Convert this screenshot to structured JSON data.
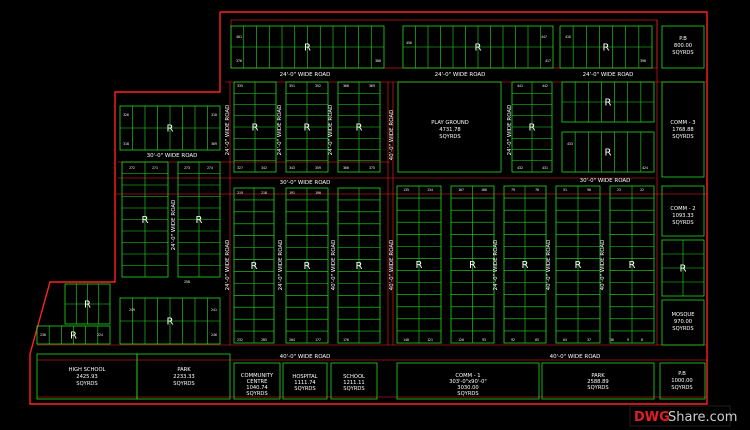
{
  "colors": {
    "background": "#000000",
    "boundary": "#ff2020",
    "plot_line": "#22dd22",
    "text": "#ffffff"
  },
  "roads": {
    "r24_top_left": "24'-0\" WIDE ROAD",
    "r24_top_mid": "24'-0\" WIDE ROAD",
    "r24_top_right": "24'-0\" WIDE ROAD",
    "r30_left": "30'-0\" WIDE ROAD",
    "r30_mid": "30'-0\" WIDE ROAD",
    "r30_right": "30'-0\" WIDE ROAD",
    "r40_bottom_left": "40'-0\" WIDE ROAD",
    "r40_bottom_right": "40'-0\" WIDE ROAD",
    "v24_a": "24'-0\" WIDE ROAD",
    "v24_b": "24'-0\" WIDE ROAD",
    "v24_c": "24'-0\" WIDE ROAD",
    "v24_d": "24'-0\" WIDE ROAD",
    "v24_e": "24'-0\" WIDE ROAD",
    "v24_f": "24'-0\" WIDE ROAD",
    "v40_a": "40'-0\" WIDE ROAD",
    "v40_b": "40'-0\" WIDE ROAD",
    "v40_c": "40'-0\" WIDE ROAD",
    "v40_d": "40'-0\" WIDE ROAD",
    "v40_e": "40'-0\" WIDE ROAD",
    "v24_g": "24'-0\" WIDE ROAD",
    "v24_h": "24'-0\" WIDE ROAD"
  },
  "blocks": {
    "residential_mark": "R"
  },
  "amenities": {
    "playground": {
      "name": "PLAY GROUND",
      "area": "4731.78",
      "unit": "SQYRDS"
    },
    "pb_top": {
      "name": "P.B",
      "area": "800.00",
      "unit": "SQYRDS"
    },
    "comm3": {
      "name": "COMM - 3",
      "area": "1768.88",
      "unit": "SQYRDS"
    },
    "comm2": {
      "name": "COMM - 2",
      "area": "1093.33",
      "unit": "SQYRDS"
    },
    "mosque": {
      "name": "MOSQUE",
      "area": "970.00",
      "unit": "SQYRDS"
    },
    "high_school": {
      "name": "HIGH SCHOOL",
      "area": "2425.93",
      "unit": "SQYRDS"
    },
    "park_left": {
      "name": "PARK",
      "area": "2233.33",
      "unit": "SQYRDS"
    },
    "community_centre": {
      "name1": "COMMUNITY",
      "name2": "CENTRE",
      "area": "1040.74",
      "unit": "SQYRDS"
    },
    "hospital": {
      "name": "HOSPITAL",
      "area": "1111.74",
      "unit": "SQYRDS"
    },
    "school": {
      "name": "SCHOOL",
      "area": "1211.11",
      "unit": "SQYRDS"
    },
    "comm1": {
      "name": "COMM - 1",
      "dims": "303'-0\"x90'-0\"",
      "area": "3030.00",
      "unit": "SQYRDS"
    },
    "park_right": {
      "name": "PARK",
      "area": "2588.89",
      "unit": "SQYRDS"
    },
    "pb_bottom": {
      "name": "P.B",
      "area": "1000.00",
      "unit": "SQYRDS"
    }
  },
  "plot_numbers": {
    "n401": "401",
    "n376": "376",
    "n380": "380",
    "n456": "456",
    "n447": "447",
    "n417": "417",
    "n416": "416",
    "n390": "390",
    "n335": "335",
    "n351": "351",
    "n352": "352",
    "n368": "368",
    "n369": "369",
    "n327": "327",
    "n342": "342",
    "n343": "343",
    "n359": "359",
    "n360": "360",
    "n375": "375",
    "n441": "441",
    "n442": "442",
    "n432": "432",
    "n431": "431",
    "n433": "433",
    "n326": "326",
    "n310": "310",
    "n318": "318",
    "n309": "309",
    "n424": "424",
    "n272": "272",
    "n271": "271",
    "n273": "273",
    "n274": "274",
    "n258": "258",
    "n219": "219",
    "n218": "218",
    "n191": "191",
    "n190": "190",
    "n135": "135",
    "n134": "134",
    "n107": "107",
    "n106": "106",
    "n79": "79",
    "n78": "78",
    "n51": "51",
    "n50": "50",
    "n23": "23",
    "n22": "22",
    "n241": "241",
    "n230": "230",
    "n249": "249",
    "n246": "246",
    "n224": "224",
    "n232": "232",
    "n205": "205",
    "n204": "204",
    "n177": "177",
    "n176": "176",
    "n148": "148",
    "n121": "121",
    "n120": "120",
    "n93": "93",
    "n92": "92",
    "n65": "65",
    "n64": "64",
    "n37": "37",
    "n36": "36",
    "n9": "9",
    "n8": "8"
  },
  "watermark": {
    "part1": "DWG",
    "part2": "Share.com"
  }
}
